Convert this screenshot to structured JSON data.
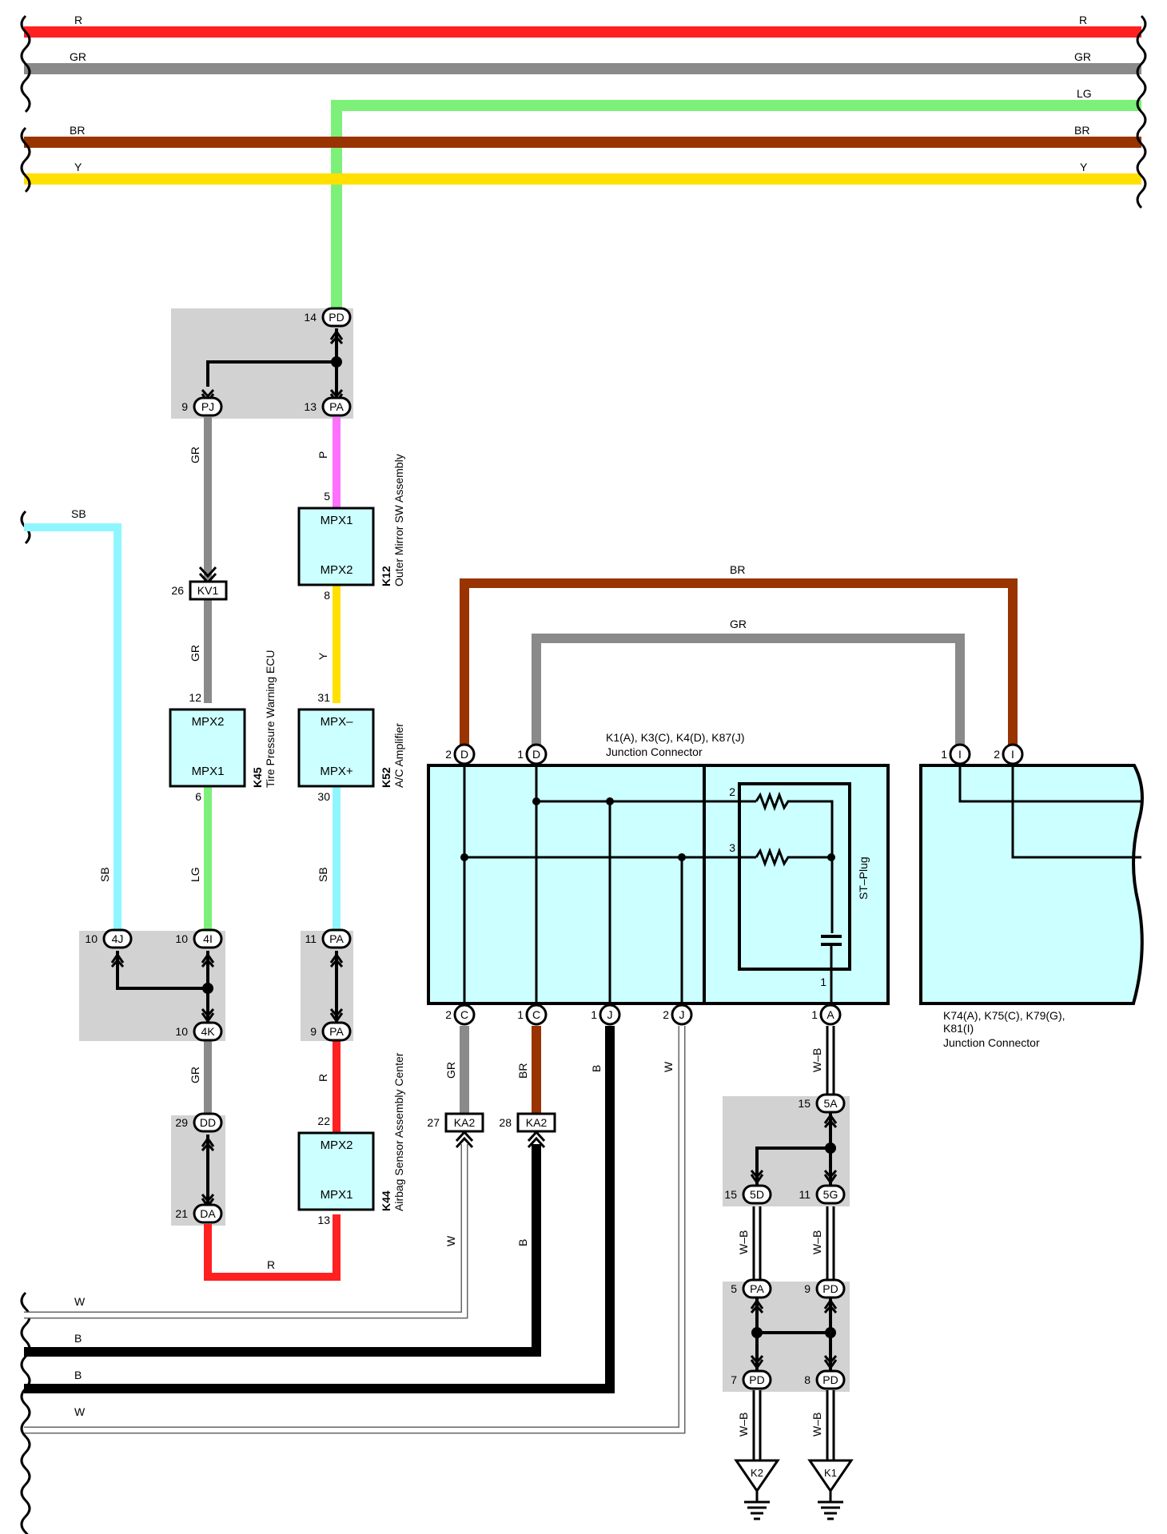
{
  "colors": {
    "R": "#ff2020",
    "GR": "#8a8a8a",
    "LG": "#7df07a",
    "BR": "#993300",
    "Y": "#ffe000",
    "SB": "#8ff6ff",
    "P": "#ff70ff",
    "B": "#000000",
    "W": "#ffffff",
    "panel": "#d2d2d2",
    "box": "#ccffff"
  },
  "wires": {
    "top_R": "R",
    "top_GR": "GR",
    "top_LG": "LG",
    "top_BR": "BR",
    "top_Y": "Y",
    "sb_left": "SB",
    "gr_pj": "GR",
    "p_pa": "P",
    "gr_kv1": "GR",
    "y_k12": "Y",
    "lg_k45": "LG",
    "sb_k52": "SB",
    "gr_4k": "GR",
    "r_pa": "R",
    "r_bottom": "R",
    "br_top": "BR",
    "gr_top": "GR",
    "gr_c": "GR",
    "br_c": "BR",
    "b_j": "B",
    "w_j": "W",
    "wb_a": "W–B",
    "w_ka2": "W",
    "b_ka2": "B",
    "wb_5d": "W–B",
    "wb_5g": "W–B",
    "wb_pd7": "W–B",
    "wb_pd8": "W–B",
    "bot_W1": "W",
    "bot_B1": "B",
    "bot_B2": "B",
    "bot_W2": "W"
  },
  "connectors": {
    "pd14": {
      "pin": "14",
      "code": "PD"
    },
    "pj9": {
      "pin": "9",
      "code": "PJ"
    },
    "pa13": {
      "pin": "13",
      "code": "PA"
    },
    "kv1": {
      "pin": "26",
      "code": "KV1"
    },
    "c4j": {
      "pin": "10",
      "code": "4J"
    },
    "c4i": {
      "pin": "10",
      "code": "4I"
    },
    "c4k": {
      "pin": "10",
      "code": "4K"
    },
    "pa11": {
      "pin": "11",
      "code": "PA"
    },
    "pa9": {
      "pin": "9",
      "code": "PA"
    },
    "dd": {
      "pin": "29",
      "code": "DD"
    },
    "da": {
      "pin": "21",
      "code": "DA"
    },
    "jd2": {
      "pin": "2",
      "code": "D"
    },
    "jd1": {
      "pin": "1",
      "code": "D"
    },
    "ji1": {
      "pin": "1",
      "code": "I"
    },
    "ji2": {
      "pin": "2",
      "code": "I"
    },
    "jc2": {
      "pin": "2",
      "code": "C"
    },
    "jc1": {
      "pin": "1",
      "code": "C"
    },
    "jj1": {
      "pin": "1",
      "code": "J"
    },
    "jj2": {
      "pin": "2",
      "code": "J"
    },
    "ja1": {
      "pin": "1",
      "code": "A"
    },
    "ka2_27": {
      "pin": "27",
      "code": "KA2"
    },
    "ka2_28": {
      "pin": "28",
      "code": "KA2"
    },
    "c5a": {
      "pin": "15",
      "code": "5A"
    },
    "c5d": {
      "pin": "15",
      "code": "5D"
    },
    "c5g": {
      "pin": "11",
      "code": "5G"
    },
    "pa5": {
      "pin": "5",
      "code": "PA"
    },
    "pd9": {
      "pin": "9",
      "code": "PD"
    },
    "pd7": {
      "pin": "7",
      "code": "PD"
    },
    "pd8": {
      "pin": "8",
      "code": "PD"
    }
  },
  "ecus": {
    "k12": {
      "pin_top": "5",
      "pin_bottom": "8",
      "top_label": "MPX1",
      "bottom_label": "MPX2",
      "code": "K12",
      "name": "Outer Mirror SW Assembly"
    },
    "k45": {
      "pin_top": "12",
      "pin_bottom": "6",
      "top_label": "MPX2",
      "bottom_label": "MPX1",
      "code": "K45",
      "name": "Tire Pressure Warning ECU"
    },
    "k52": {
      "pin_top": "31",
      "pin_bottom": "30",
      "top_label": "MPX–",
      "bottom_label": "MPX+",
      "code": "K52",
      "name": "A/C Amplifier"
    },
    "k44": {
      "pin_top": "22",
      "pin_bottom": "13",
      "top_label": "MPX2",
      "bottom_label": "MPX1",
      "code": "K44",
      "name": "Airbag Sensor Assembly Center"
    }
  },
  "junction1": {
    "title": "K1(A), K3(C), K4(D), K87(J)",
    "subtitle": "Junction Connector",
    "st_plug": "ST–Plug",
    "pin_2": "2",
    "pin_3": "3",
    "pin_1": "1"
  },
  "junction2": {
    "title1": "K74(A), K75(C), K79(G),",
    "title2": "K81(I)",
    "subtitle": "Junction Connector"
  },
  "grounds": {
    "k2": "K2",
    "k1": "K1"
  }
}
